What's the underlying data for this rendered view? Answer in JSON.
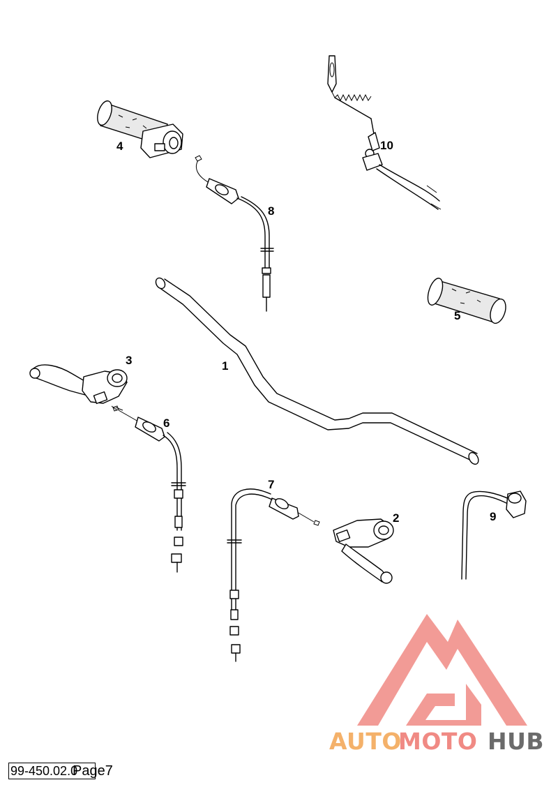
{
  "callouts": {
    "handlebar": "1",
    "clutch_lever_right": "2",
    "lever_left": "3",
    "throttle_grip": "4",
    "grip": "5",
    "cable_6": "6",
    "cable_7": "7",
    "cable_8": "8",
    "switch_9": "9",
    "kill_switch_10": "10"
  },
  "footer": {
    "doc_id": "99-450.02.0",
    "page_label": "Page7"
  },
  "watermark": {
    "part1": "AUTO",
    "part2": "MOTO",
    "part3": "HUB",
    "color_light": "#f4b16a",
    "color_red": "#f08a84",
    "color_dark": "#6b6b6b"
  }
}
